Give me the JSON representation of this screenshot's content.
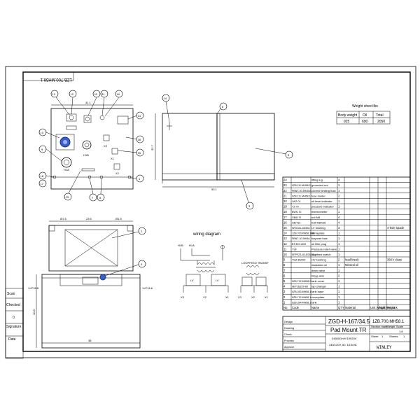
{
  "drawing_number_rotated": "1ZB.700.MH58.1",
  "weight_sheet": {
    "title": "Weight sheet:lbs",
    "headers": [
      "Body weight",
      "Oil",
      "Total"
    ],
    "values": [
      "925",
      "690",
      "2050"
    ]
  },
  "dimensions": {
    "width_top": "41.1",
    "depth_side": "53.1",
    "height_side": "32.7",
    "width_bottom": "23.6",
    "offset_left": "Ø1.5",
    "offset_right": "Ø1.5",
    "height_bottom": "10.8",
    "pad_note_left": "1×P16.6",
    "pad_note_right": "1×P16.6",
    "bottom_dim": "38"
  },
  "component_labels": {
    "h1a": "H1A",
    "h1b": "H1B",
    "x1": "X1",
    "x2": "X2",
    "x3": "X3"
  },
  "callouts_front": [
    "13",
    "12",
    "20",
    "11",
    "19",
    "14",
    "18",
    "10",
    "15",
    "9",
    "16",
    "17",
    "23",
    "7",
    "8",
    "1"
  ],
  "callouts_side": [
    "24",
    "6",
    "5",
    "3"
  ],
  "callouts_bottom": [
    "2",
    "4"
  ],
  "wiring": {
    "title": "wiring diagram",
    "left_terminals": [
      "H1B",
      "H1A"
    ],
    "lv_labels": [
      "LV",
      "LV"
    ],
    "x_terminals": [
      "X3",
      "X2",
      "X1"
    ],
    "right_label": "LOOPFEED TRANSF",
    "right_x_terminals": [
      "X3",
      "X2",
      "X1"
    ]
  },
  "parts_table": {
    "headers": [
      "No",
      "Code",
      "Name",
      "QTY",
      "Material",
      "Unit Weight",
      "Total Weight",
      "Remark"
    ],
    "rows": [
      [
        "24",
        "",
        "lifting lug",
        "4",
        "",
        "",
        "",
        ""
      ],
      [
        "23",
        "9ZB.111.MH58.2",
        "grounded nut",
        "1",
        "",
        "",
        "",
        ""
      ],
      [
        "22",
        "PBNT-40.5H/40A",
        "current limiting fuse",
        "1",
        "",
        "",
        "",
        ""
      ],
      [
        "21",
        "9ZB.111.MH58.1",
        "fuse holder",
        "2",
        "",
        "",
        "",
        ""
      ],
      [
        "20",
        "LWZ-01",
        "oil level indicator",
        "1",
        "",
        "",
        "",
        ""
      ],
      [
        "19",
        "YZ-70",
        "pressure indicator",
        "1",
        "",
        "",
        "",
        ""
      ],
      [
        "18",
        "BWS-70",
        "thermometer",
        "1",
        "",
        "",
        "",
        ""
      ],
      [
        "17",
        "GB6170",
        "nut M8",
        "4",
        "",
        "",
        "",
        ""
      ],
      [
        "16",
        "GB/T12",
        "bolt M8X25",
        "4",
        "",
        "",
        "",
        ""
      ],
      [
        "15",
        "WSG2A-1/630A",
        "LV bushing",
        "3",
        "",
        "",
        "",
        "4-hole spade"
      ],
      [
        "14",
        "1ZB.700.MH58.1NP",
        "nameplate",
        "1",
        "",
        "",
        "",
        ""
      ],
      [
        "13",
        "PBNT-40.5H/8A",
        "bayonet fuse",
        "1",
        "",
        "",
        "",
        ""
      ],
      [
        "12",
        "BT.322.1009",
        "oil filler plug",
        "1",
        "",
        "",
        "",
        ""
      ],
      [
        "11",
        "YSF",
        "Pressure relief valve",
        "1",
        "",
        "",
        "",
        ""
      ],
      [
        "10",
        "SFPFZ3-40.5/25-30-4",
        "loopfeed switch",
        "1",
        "",
        "",
        "",
        ""
      ],
      [
        "9",
        "TGZ-35/200",
        "HV bushing",
        "2",
        "load break",
        "",
        "",
        "35KV class"
      ],
      [
        "8",
        "",
        "insulation oil",
        "1",
        "Mineral oil",
        "",
        "",
        ""
      ],
      [
        "7",
        "",
        "drain valve",
        "1",
        "",
        "",
        "",
        ""
      ],
      [
        "6",
        "",
        "hinge axis",
        "2",
        "",
        "",
        "",
        ""
      ],
      [
        "5",
        "9ZB.712.MH58.2",
        "tank cover",
        "1",
        "",
        "",
        "",
        ""
      ],
      [
        "4",
        "9EP163/20-60",
        "tap changer",
        "1",
        "",
        "",
        "",
        ""
      ],
      [
        "3",
        "9ZB.053.MH58.1",
        "tank base",
        "1",
        "",
        "",
        "",
        ""
      ],
      [
        "2",
        "9ZB.712.MH58.1",
        "coverplate",
        "1",
        "",
        "",
        "",
        ""
      ],
      [
        "1",
        "9ZB.394.MH58.1",
        "tank",
        "1",
        "",
        "",
        "",
        ""
      ]
    ]
  },
  "title_block": {
    "doc_code": "ZGD-H-167/34.5",
    "drawing_number": "1ZB.700.MH58.1",
    "name": "Pad Mount TR",
    "rating": "34500GrdY/19920V",
    "voltage": "240/120V, 60, 167kVA",
    "company": "WINLEY",
    "stage_label": "Section mark",
    "weight_label": "Weight",
    "scale_label": "Scale",
    "scale_value": "1:8",
    "sheet_label": "Sheet",
    "sheets_label": "Sheets",
    "sheet_value": "1",
    "sheets_value": "1",
    "sign_rows": [
      "Design",
      "Drawing",
      "Check",
      "Process",
      "Approve"
    ]
  },
  "left_sidebar": [
    "Scan",
    "Checked",
    "0",
    "Signature",
    "Date"
  ]
}
